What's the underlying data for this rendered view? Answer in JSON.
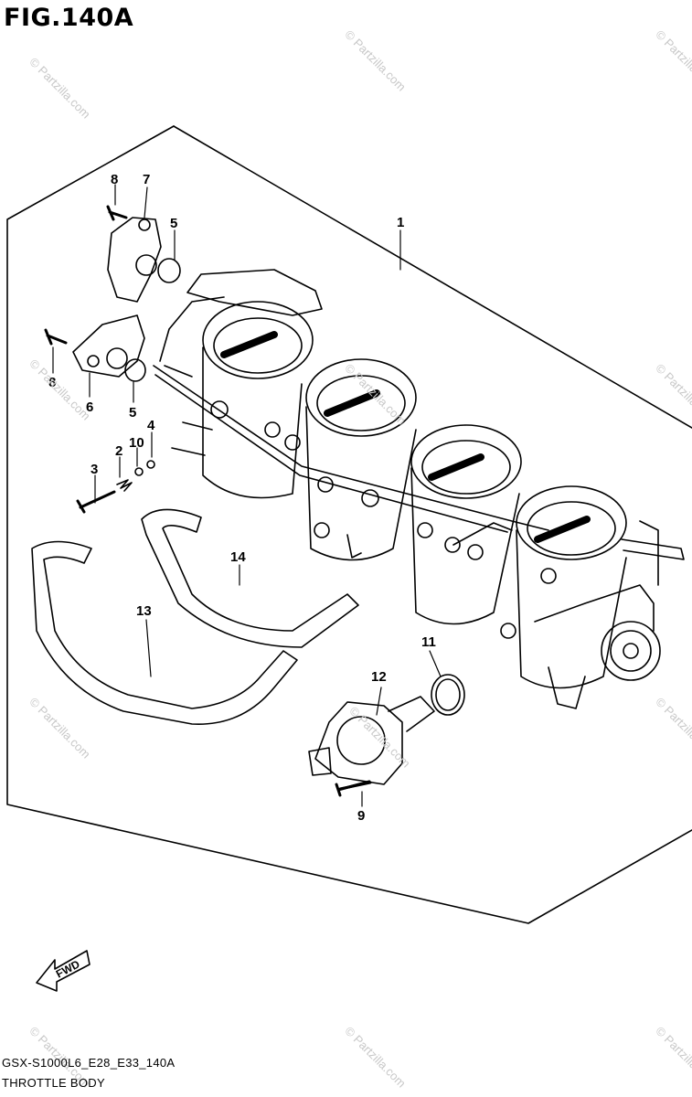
{
  "figure": {
    "title": "FIG.140A"
  },
  "callouts": {
    "c1": "1",
    "c2": "2",
    "c3": "3",
    "c4": "4",
    "c5a": "5",
    "c5b": "5",
    "c6": "6",
    "c7": "7",
    "c8a": "8",
    "c8b": "8",
    "c9": "9",
    "c10": "10",
    "c11": "11",
    "c12": "12",
    "c13": "13",
    "c14": "14"
  },
  "fwd_label": "FWD",
  "footer": {
    "code": "GSX-S1000L6_E28_E33_140A",
    "caption": "THROTTLE BODY"
  },
  "watermark": "© Partzilla.com"
}
